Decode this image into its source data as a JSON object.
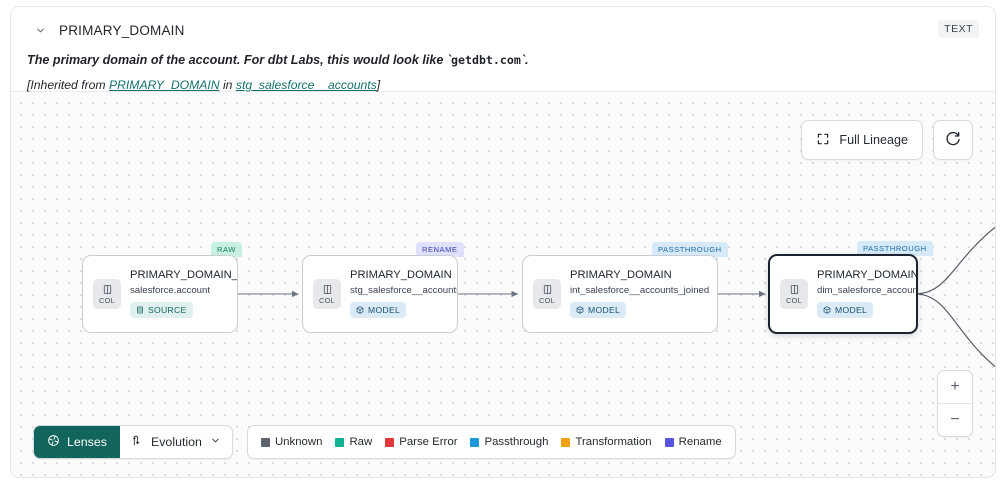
{
  "header": {
    "collapse_icon": "chevron-down-icon",
    "title": "PRIMARY_DOMAIN",
    "type_badge": "TEXT",
    "description_pre": "The primary domain of the account. For dbt Labs, this would look like `",
    "description_code": "getdbt.com",
    "description_post": "`.",
    "inherited_prefix": "[Inherited from ",
    "inherited_column": "PRIMARY_DOMAIN",
    "inherited_mid": " in ",
    "inherited_model": "stg_salesforce__accounts",
    "inherited_suffix": "]"
  },
  "canvas": {
    "full_lineage_label": "Full Lineage",
    "full_lineage_icon": "expand-icon",
    "refresh_icon": "refresh-icon",
    "zoom_in_label": "+",
    "zoom_out_label": "−"
  },
  "nodes": [
    {
      "tag": "RAW",
      "tag_kind": "raw",
      "chip_icon": "column-icon",
      "chip_label": "COL",
      "title": "PRIMARY_DOMAIN__C",
      "subtitle": "salesforce.account",
      "badge_icon": "database-icon",
      "badge_label": "SOURCE",
      "badge_kind": "source",
      "selected": false
    },
    {
      "tag": "RENAME",
      "tag_kind": "rename",
      "chip_icon": "column-icon",
      "chip_label": "COL",
      "title": "PRIMARY_DOMAIN",
      "subtitle": "stg_salesforce__accounts",
      "badge_icon": "cube-icon",
      "badge_label": "MODEL",
      "badge_kind": "model",
      "selected": false
    },
    {
      "tag": "PASSTHROUGH",
      "tag_kind": "passthrough",
      "chip_icon": "column-icon",
      "chip_label": "COL",
      "title": "PRIMARY_DOMAIN",
      "subtitle": "int_salesforce__accounts_joined",
      "badge_icon": "cube-icon",
      "badge_label": "MODEL",
      "badge_kind": "model",
      "selected": false
    },
    {
      "tag": "PASSTHROUGH",
      "tag_kind": "passthrough",
      "chip_icon": "column-icon",
      "chip_label": "COL",
      "title": "PRIMARY_DOMAIN",
      "subtitle": "dim_salesforce_accounts",
      "badge_icon": "cube-icon",
      "badge_label": "MODEL",
      "badge_kind": "model",
      "selected": true
    }
  ],
  "bottom_bar": {
    "lenses_label": "Lenses",
    "lenses_icon": "aperture-icon",
    "evolution_label": "Evolution",
    "evolution_icon": "evolution-arrows-icon",
    "evolution_caret": "chevron-down-icon",
    "legend": [
      {
        "label": "Unknown",
        "color": "#5c626c"
      },
      {
        "label": "Raw",
        "color": "#12b392"
      },
      {
        "label": "Parse Error",
        "color": "#e0383c"
      },
      {
        "label": "Passthrough",
        "color": "#1a9ad8"
      },
      {
        "label": "Transformation",
        "color": "#f0a113"
      },
      {
        "label": "Rename",
        "color": "#5754e0"
      }
    ]
  }
}
